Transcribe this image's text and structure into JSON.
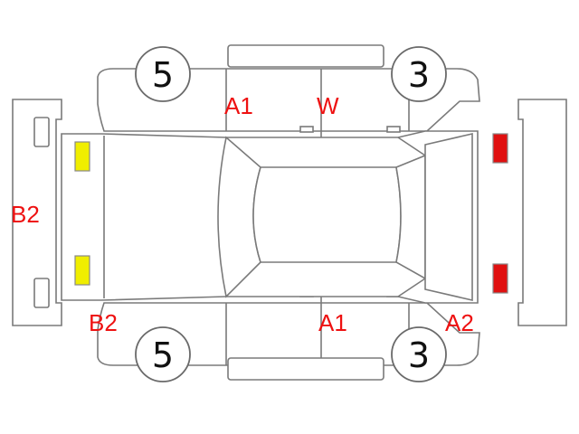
{
  "colors": {
    "outline": "#7a7a7a",
    "damage_text": "#ee1111",
    "lamp_front": "#f0ee00",
    "lamp_rear": "#e01010"
  },
  "wheels": {
    "rear_left": "5",
    "front_left": "3",
    "rear_right": "5",
    "front_right": "3"
  },
  "damage": {
    "left_rear_door": "A1",
    "left_front_door": "W",
    "rear_bumper": "B2",
    "right_rear_quarter": "B2",
    "right_front_door": "A1",
    "right_front_fender": "A2"
  }
}
